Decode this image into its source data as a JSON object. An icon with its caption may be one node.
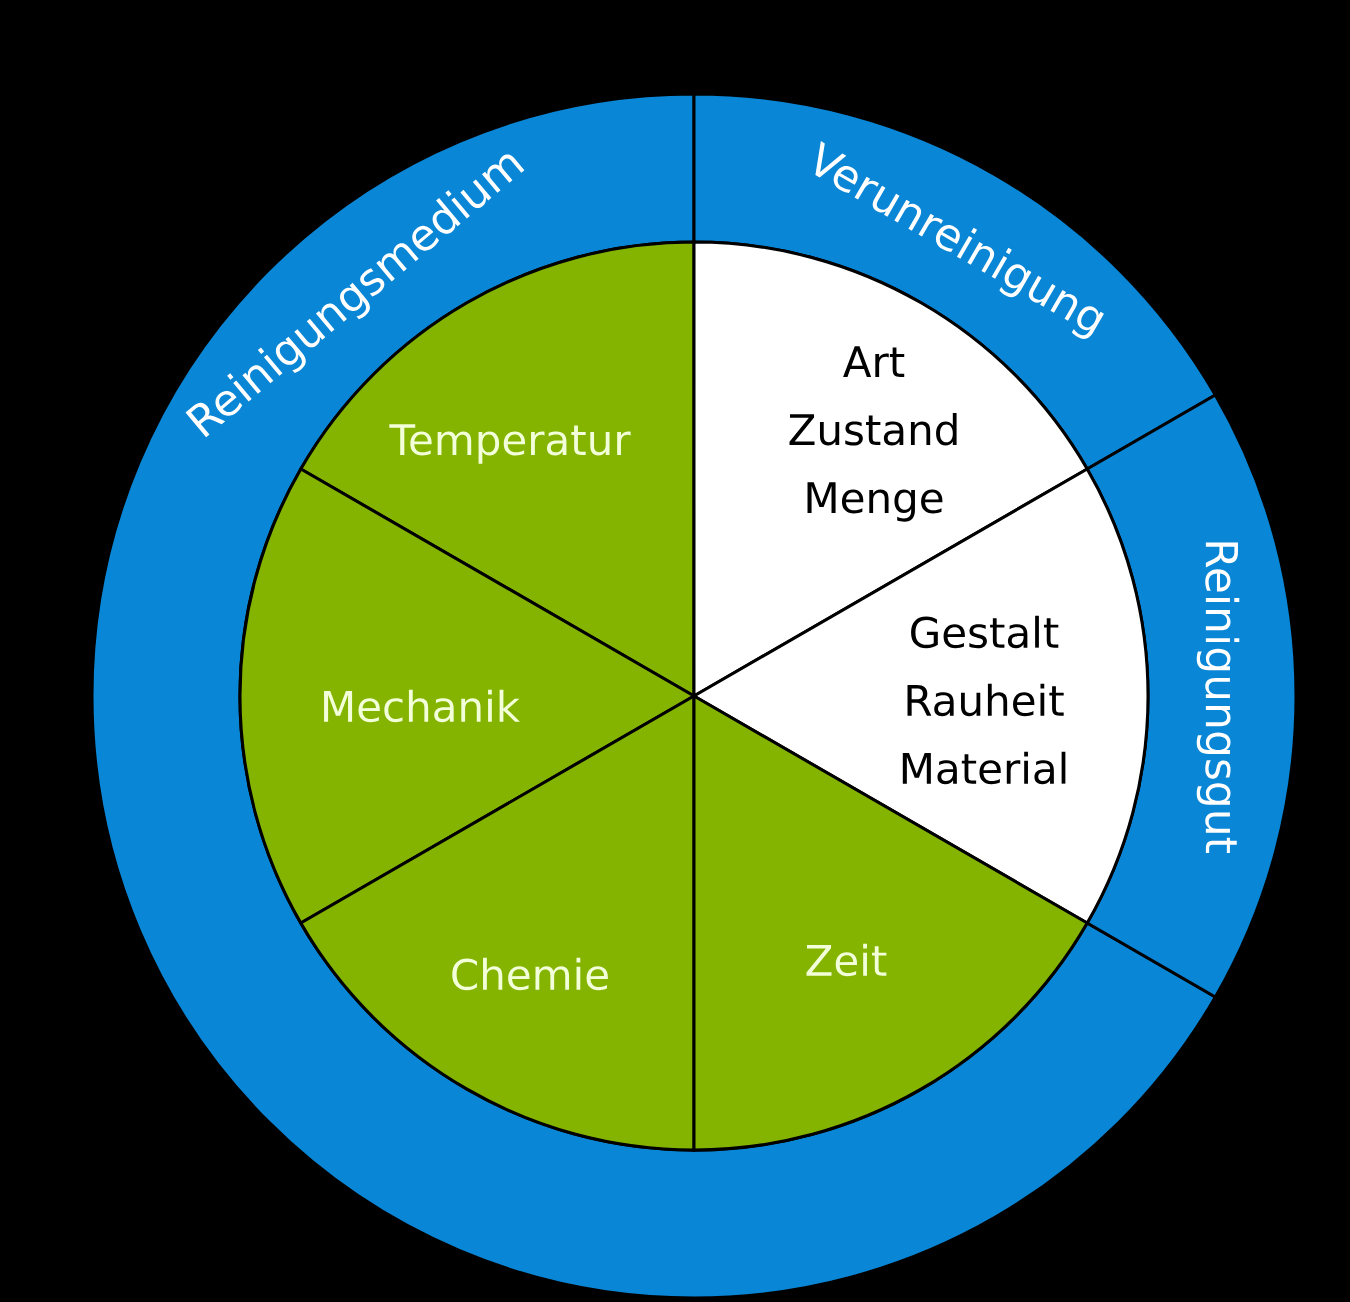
{
  "diagram": {
    "nodes": [
      {
        "text": [
          "Reinigungsmedium"
        ]
      },
      {
        "text": [
          "Verunreinigung"
        ]
      },
      {
        "text": [
          "Reinigungsgut"
        ]
      },
      {
        "text": [
          "Temperatur"
        ]
      },
      {
        "text": [
          "Art Zustand Menge"
        ]
      },
      {
        "text": [
          "Mechanik"
        ]
      },
      {
        "text": [
          "Gestalt Rauheit Material"
        ]
      },
      {
        "text": [
          "Chemie"
        ]
      },
      {
        "text": [
          "Zeit"
        ]
      }
    ]
  }
}
